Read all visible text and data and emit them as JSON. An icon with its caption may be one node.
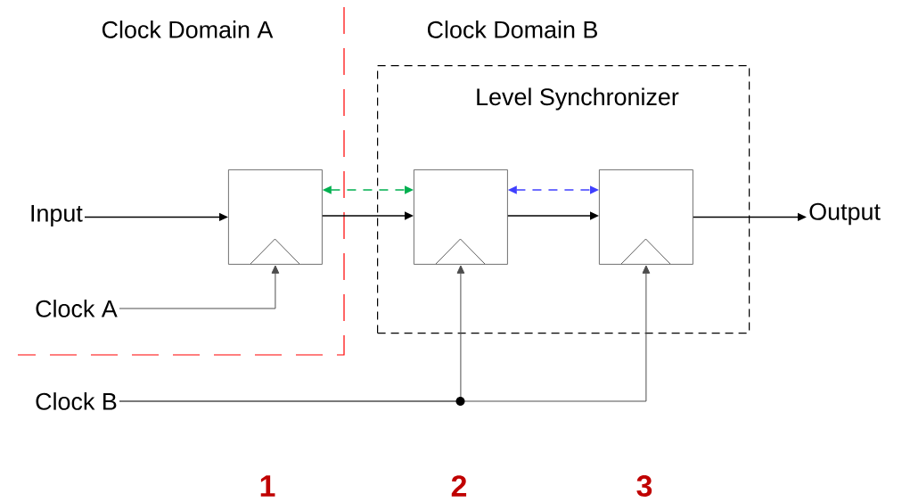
{
  "diagram": {
    "nodes": [
      {
        "text": [
          "Input"
        ]
      },
      {
        "text": [],
        "shape": "box"
      },
      {
        "text": [
          "Level Synchronizer"
        ]
      },
      {
        "text": [],
        "shape": "box",
        "in": 2
      },
      {
        "text": [],
        "shape": "box",
        "in": 2
      },
      {
        "text": [
          "Output"
        ]
      },
      {
        "text": [
          "Clock A"
        ]
      },
      {
        "text": [
          "Clock B"
        ]
      }
    ],
    "edges": [
      {
        "from": 0,
        "to": 1,
        "arrow": "to"
      },
      {
        "from": 1,
        "to": 3,
        "arrow": "to"
      },
      {
        "from": 3,
        "to": 4,
        "arrow": "to"
      },
      {
        "from": 4,
        "to": 5,
        "arrow": "to"
      },
      {
        "from": 1,
        "to": 3,
        "arrow": "both",
        "style": "dashed",
        "color": "#00b050"
      },
      {
        "from": 3,
        "to": 4,
        "arrow": "both",
        "style": "dashed",
        "color": "#4040ff"
      },
      {
        "from": 6,
        "to": 1,
        "arrow": "to"
      },
      {
        "from": 7,
        "to": 3,
        "arrow": "to"
      },
      {
        "from": 7,
        "to": 4,
        "arrow": "to"
      }
    ],
    "labels": [
      "Clock Domain A",
      "Clock Domain B",
      "1",
      "2",
      "3"
    ]
  }
}
